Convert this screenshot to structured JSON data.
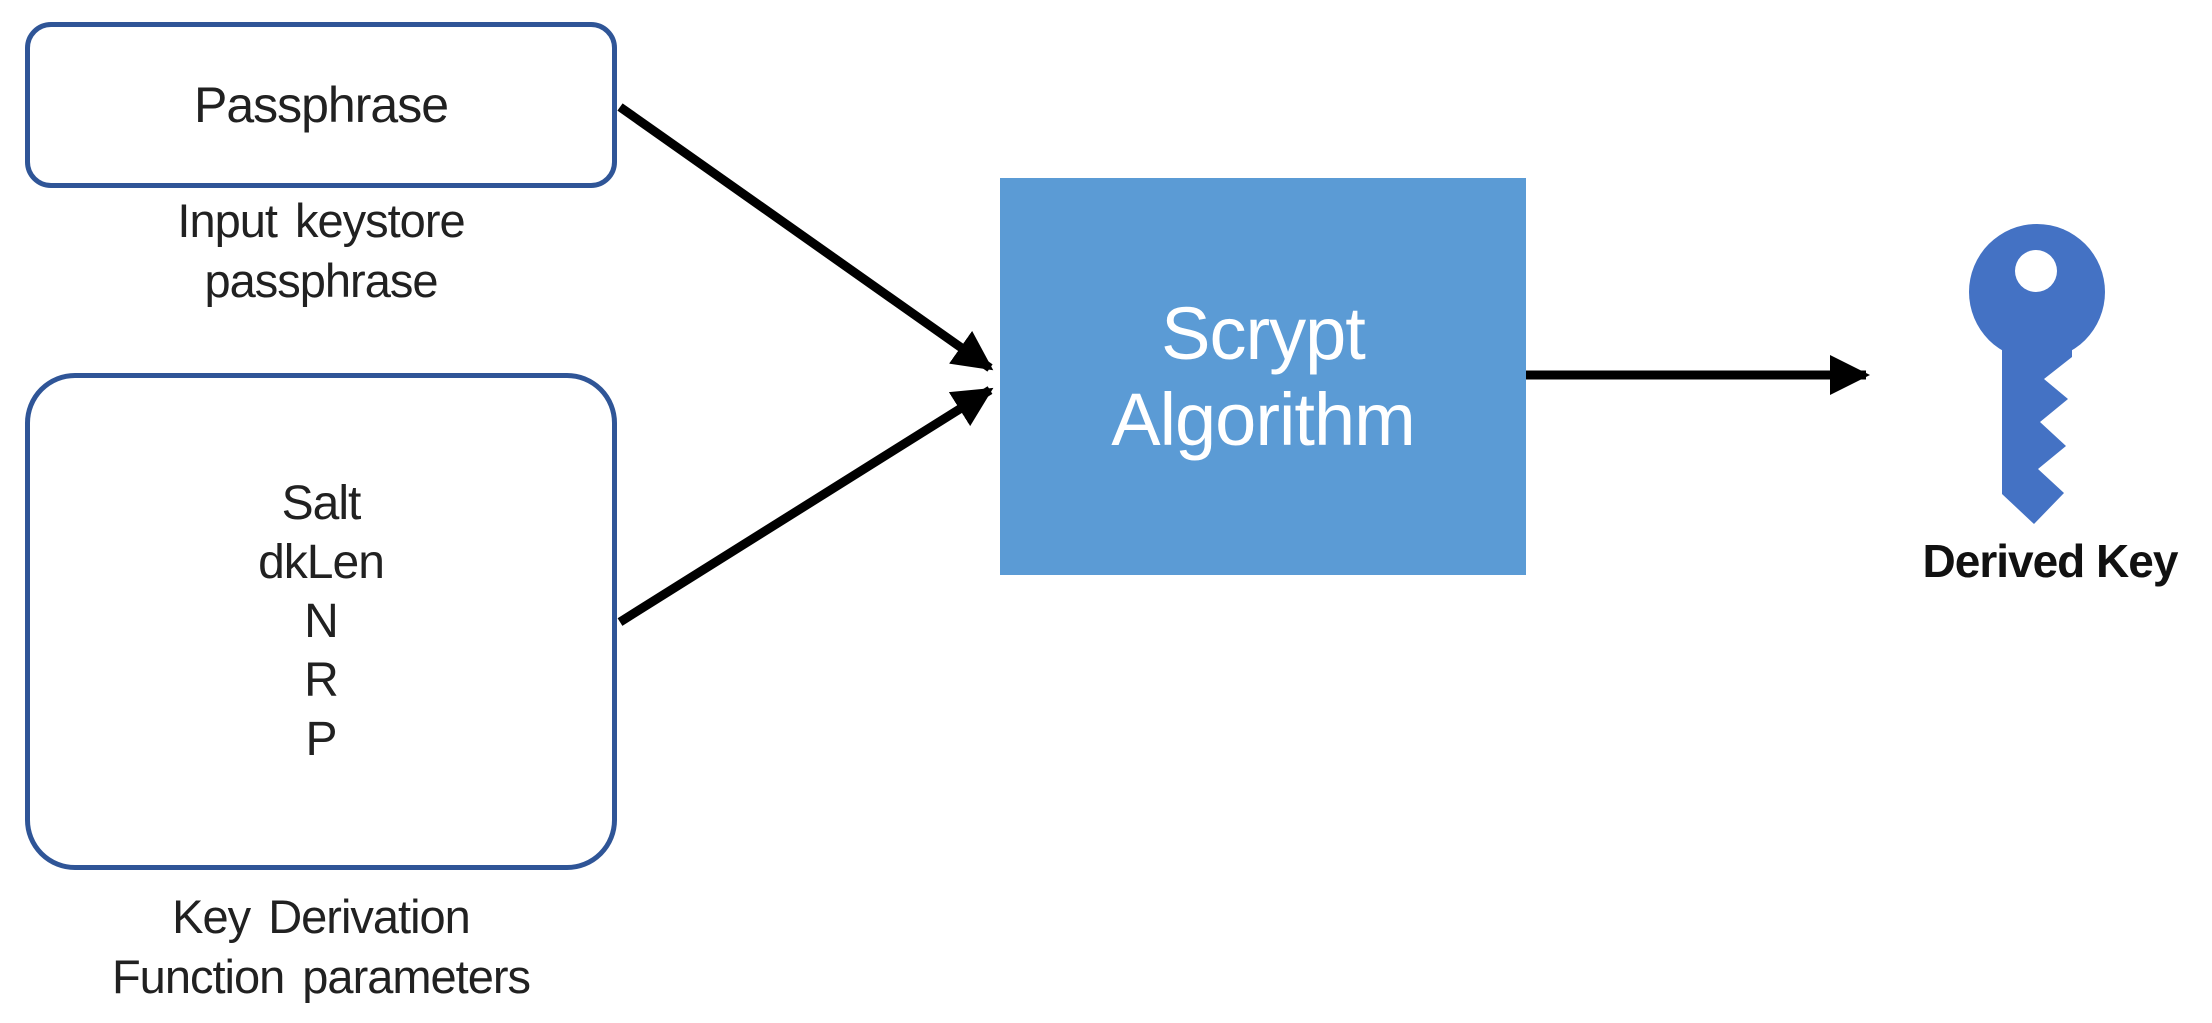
{
  "colors": {
    "box-border": "#2F5597",
    "process-fill": "#5B9BD5",
    "process-text": "#FFFFFF",
    "key-fill": "#4472C4",
    "arrow": "#000000",
    "label-text": "#212121"
  },
  "passphrase": {
    "label": "Passphrase",
    "caption_line1": "Input keystore",
    "caption_line2": "passphrase"
  },
  "kdf": {
    "params": [
      "Salt",
      "dkLen",
      "N",
      "R",
      "P"
    ],
    "caption_line1": "Key Derivation",
    "caption_line2": "Function parameters"
  },
  "process": {
    "line1": "Scrypt",
    "line2": "Algorithm"
  },
  "output": {
    "label": "Derived Key"
  }
}
